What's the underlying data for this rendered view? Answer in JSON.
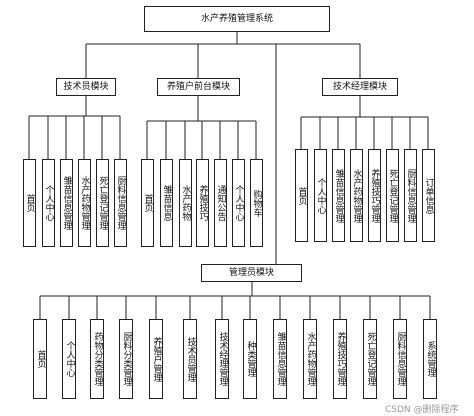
{
  "root": "水产养殖管理系统",
  "tech": {
    "title": "技术员模块",
    "items": [
      "首页",
      "个人中心",
      "雏苗信息管理",
      "水产药物管理",
      "死亡登记管理",
      "厨料信息管理"
    ]
  },
  "front": {
    "title": "养殖户前台模块",
    "items": [
      "首页",
      "雏苗信息",
      "水产药物",
      "养殖技巧",
      "通知公告",
      "个人中心",
      "购物车"
    ]
  },
  "manager": {
    "title": "技术经理模块",
    "items": [
      "首页",
      "个人中心",
      "雏苗信息管理",
      "水产药物管理",
      "养殖技巧管理",
      "死亡登记管理",
      "厨料信息管理",
      "订单信息"
    ]
  },
  "admin": {
    "title": "管理员模块",
    "items": [
      "首页",
      "个人中心",
      "药物分类管理",
      "厨料分类管理",
      "养殖户管理",
      "技术员管理",
      "技术经理管理",
      "种类管理",
      "雏苗信息管理",
      "水产药物管理",
      "养殖技巧管理",
      "死亡登记管理",
      "厨料信息管理",
      "系统管理"
    ]
  },
  "watermark": "CSDN @删除程序"
}
